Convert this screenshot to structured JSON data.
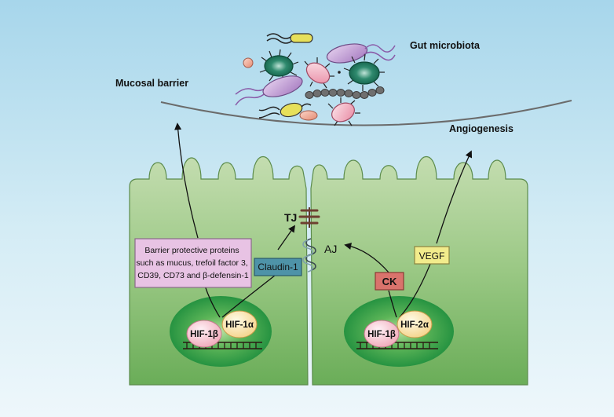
{
  "labels": {
    "gut_microbiota": "Gut microbiota",
    "mucosal_barrier": "Mucosal barrier",
    "angiogenesis": "Angiogenesis",
    "tj": "TJ",
    "aj": "AJ"
  },
  "boxes": {
    "barrier_proteins": [
      "Barrier protective proteins",
      "such as mucus, trefoil factor 3,",
      "CD39, CD73 and β-defensin-1"
    ],
    "claudin": "Claudin-1",
    "ck": "CK",
    "vegf": "VEGF"
  },
  "left_nucleus": {
    "hif_beta": "HIF-1β",
    "hif_alpha": "HIF-1α"
  },
  "right_nucleus": {
    "hif_beta": "HIF-1β",
    "hif_alpha": "HIF-2α"
  },
  "colors": {
    "sky_top": "#a9d8ec",
    "sky_bottom": "#e6f4f9",
    "cell_top": "#b9d8a3",
    "cell_bottom": "#6cae5a",
    "nucleus": "#2f9a45",
    "barrier_box": "#e7c3e3",
    "claudin_box": "#4e93a8",
    "ck_box": "#d8726c",
    "vegf_box": "#f3ee8c"
  }
}
